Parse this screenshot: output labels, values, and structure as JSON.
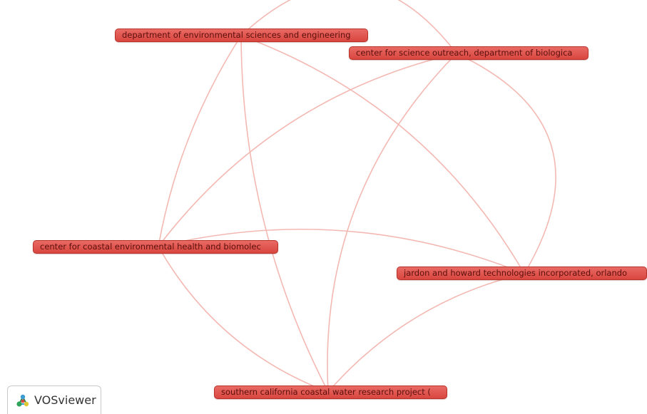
{
  "network": {
    "colors": {
      "node": "#d9463f",
      "link": "#f4b8b2"
    },
    "nodes": [
      {
        "id": "env",
        "label": "department of environmental sciences and engineering"
      },
      {
        "id": "sci",
        "label": "center for science outreach, department of biologica"
      },
      {
        "id": "coast",
        "label": "center for coastal environmental health and biomolec"
      },
      {
        "id": "jardon",
        "label": "jardon and howard technologies incorporated, orlando"
      },
      {
        "id": "sccwrp",
        "label": "southern california coastal water research project ("
      }
    ],
    "links": [
      [
        "env",
        "sccwrp"
      ],
      [
        "env",
        "coast"
      ],
      [
        "env",
        "jardon"
      ],
      [
        "env",
        "sci"
      ],
      [
        "sci",
        "coast"
      ],
      [
        "sci",
        "sccwrp"
      ],
      [
        "sci",
        "jardon"
      ],
      [
        "coast",
        "jardon"
      ],
      [
        "coast",
        "sccwrp"
      ],
      [
        "jardon",
        "sccwrp"
      ]
    ]
  },
  "brand": {
    "logo_icon": "vosviewer-logo-icon",
    "name": "VOSviewer"
  }
}
